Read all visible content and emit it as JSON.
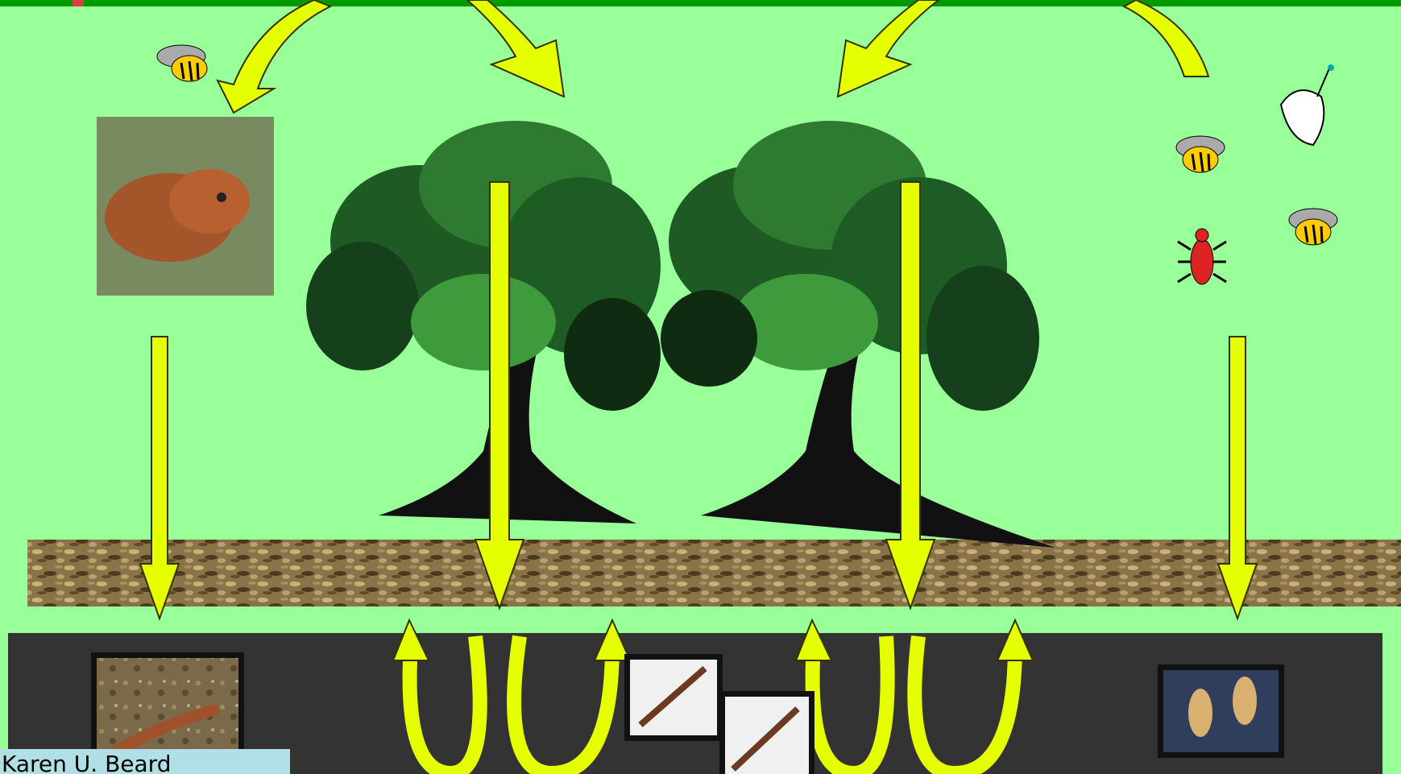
{
  "credit": {
    "text": "Karen U. Beard"
  },
  "colors": {
    "background": "#99ff99",
    "top_bar": "#009900",
    "arrow": "#e5ff00",
    "arrow_outline": "#333300",
    "soil": "#333333",
    "leaf_litter": "#8a7347",
    "credit_box": "#b0e0e6"
  },
  "icons": {
    "bee": "bee-icon",
    "moth": "moth-icon",
    "mite": "mite-icon",
    "tree": "tree-icon",
    "frog": "frog-photo",
    "centipede": "centipede-photo",
    "earwig": "earwig-photo",
    "pseudoscorpion": "pseudoscorpion-photo"
  }
}
